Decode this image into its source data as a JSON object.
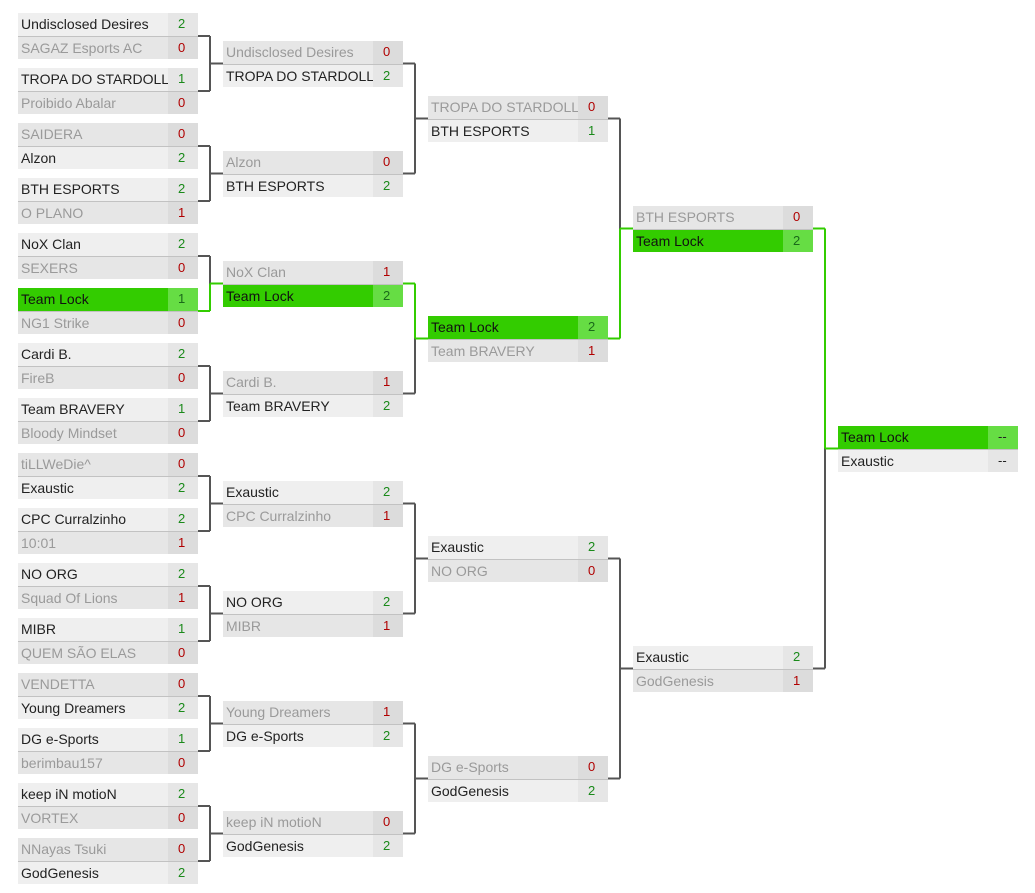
{
  "colors": {
    "highlight": "#33cc00",
    "score_win": "#1a8a1a",
    "score_lose": "#b00000",
    "connector": "#555555",
    "connector_hl": "#33cc00"
  },
  "rounds": [
    {
      "matches": [
        {
          "teams": [
            {
              "name": "Undisclosed Desires",
              "score": "2"
            },
            {
              "name": "SAGAZ Esports AC",
              "score": "0"
            }
          ],
          "winner": 0
        },
        {
          "teams": [
            {
              "name": "TROPA DO STARDOLL",
              "score": "1"
            },
            {
              "name": "Proibido Abalar",
              "score": "0"
            }
          ],
          "winner": 0
        },
        {
          "teams": [
            {
              "name": "SAIDERA",
              "score": "0"
            },
            {
              "name": "Alzon",
              "score": "2"
            }
          ],
          "winner": 1
        },
        {
          "teams": [
            {
              "name": "BTH ESPORTS",
              "score": "2"
            },
            {
              "name": "O PLANO",
              "score": "1"
            }
          ],
          "winner": 0
        },
        {
          "teams": [
            {
              "name": "NoX Clan",
              "score": "2"
            },
            {
              "name": "SEXERS",
              "score": "0"
            }
          ],
          "winner": 0
        },
        {
          "teams": [
            {
              "name": "Team Lock",
              "score": "1"
            },
            {
              "name": "NG1 Strike",
              "score": "0"
            }
          ],
          "winner": 0,
          "highlight": 0
        },
        {
          "teams": [
            {
              "name": "Cardi B.",
              "score": "2"
            },
            {
              "name": "FireB",
              "score": "0"
            }
          ],
          "winner": 0
        },
        {
          "teams": [
            {
              "name": "Team BRAVERY",
              "score": "1"
            },
            {
              "name": "Bloody Mindset",
              "score": "0"
            }
          ],
          "winner": 0
        },
        {
          "teams": [
            {
              "name": "tiLLWeDie^",
              "score": "0"
            },
            {
              "name": "Exaustic",
              "score": "2"
            }
          ],
          "winner": 1
        },
        {
          "teams": [
            {
              "name": "CPC Curralzinho",
              "score": "2"
            },
            {
              "name": "10:01",
              "score": "1"
            }
          ],
          "winner": 0
        },
        {
          "teams": [
            {
              "name": "NO ORG",
              "score": "2"
            },
            {
              "name": "Squad Of Lions",
              "score": "1"
            }
          ],
          "winner": 0
        },
        {
          "teams": [
            {
              "name": "MIBR",
              "score": "1"
            },
            {
              "name": "QUEM SÃO ELAS",
              "score": "0"
            }
          ],
          "winner": 0
        },
        {
          "teams": [
            {
              "name": "VENDETTA",
              "score": "0"
            },
            {
              "name": "Young Dreamers",
              "score": "2"
            }
          ],
          "winner": 1
        },
        {
          "teams": [
            {
              "name": "DG e-Sports",
              "score": "1"
            },
            {
              "name": "berimbau157",
              "score": "0"
            }
          ],
          "winner": 0
        },
        {
          "teams": [
            {
              "name": "keep iN motioN",
              "score": "2"
            },
            {
              "name": "VORTEX",
              "score": "0"
            }
          ],
          "winner": 0
        },
        {
          "teams": [
            {
              "name": "NNayas Tsuki",
              "score": "0"
            },
            {
              "name": "GodGenesis",
              "score": "2"
            }
          ],
          "winner": 1
        }
      ]
    },
    {
      "matches": [
        {
          "teams": [
            {
              "name": "Undisclosed Desires",
              "score": "0"
            },
            {
              "name": "TROPA DO STARDOLL",
              "score": "2"
            }
          ],
          "winner": 1
        },
        {
          "teams": [
            {
              "name": "Alzon",
              "score": "0"
            },
            {
              "name": "BTH ESPORTS",
              "score": "2"
            }
          ],
          "winner": 1
        },
        {
          "teams": [
            {
              "name": "NoX Clan",
              "score": "1"
            },
            {
              "name": "Team Lock",
              "score": "2"
            }
          ],
          "winner": 1,
          "highlight": 1
        },
        {
          "teams": [
            {
              "name": "Cardi B.",
              "score": "1"
            },
            {
              "name": "Team BRAVERY",
              "score": "2"
            }
          ],
          "winner": 1
        },
        {
          "teams": [
            {
              "name": "Exaustic",
              "score": "2"
            },
            {
              "name": "CPC Curralzinho",
              "score": "1"
            }
          ],
          "winner": 0
        },
        {
          "teams": [
            {
              "name": "NO ORG",
              "score": "2"
            },
            {
              "name": "MIBR",
              "score": "1"
            }
          ],
          "winner": 0
        },
        {
          "teams": [
            {
              "name": "Young Dreamers",
              "score": "1"
            },
            {
              "name": "DG e-Sports",
              "score": "2"
            }
          ],
          "winner": 1
        },
        {
          "teams": [
            {
              "name": "keep iN motioN",
              "score": "0"
            },
            {
              "name": "GodGenesis",
              "score": "2"
            }
          ],
          "winner": 1
        }
      ]
    },
    {
      "matches": [
        {
          "teams": [
            {
              "name": "TROPA DO STARDOLL",
              "score": "0"
            },
            {
              "name": "BTH ESPORTS",
              "score": "1"
            }
          ],
          "winner": 1
        },
        {
          "teams": [
            {
              "name": "Team Lock",
              "score": "2"
            },
            {
              "name": "Team BRAVERY",
              "score": "1"
            }
          ],
          "winner": 0,
          "highlight": 0
        },
        {
          "teams": [
            {
              "name": "Exaustic",
              "score": "2"
            },
            {
              "name": "NO ORG",
              "score": "0"
            }
          ],
          "winner": 0
        },
        {
          "teams": [
            {
              "name": "DG e-Sports",
              "score": "0"
            },
            {
              "name": "GodGenesis",
              "score": "2"
            }
          ],
          "winner": 1
        }
      ]
    },
    {
      "matches": [
        {
          "teams": [
            {
              "name": "BTH ESPORTS",
              "score": "0"
            },
            {
              "name": "Team Lock",
              "score": "2"
            }
          ],
          "winner": 1,
          "highlight": 1
        },
        {
          "teams": [
            {
              "name": "Exaustic",
              "score": "2"
            },
            {
              "name": "GodGenesis",
              "score": "1"
            }
          ],
          "winner": 0
        }
      ]
    },
    {
      "matches": [
        {
          "teams": [
            {
              "name": "Team Lock",
              "score": "--"
            },
            {
              "name": "Exaustic",
              "score": "--"
            }
          ],
          "winner": -1,
          "highlight": 0
        }
      ]
    }
  ]
}
